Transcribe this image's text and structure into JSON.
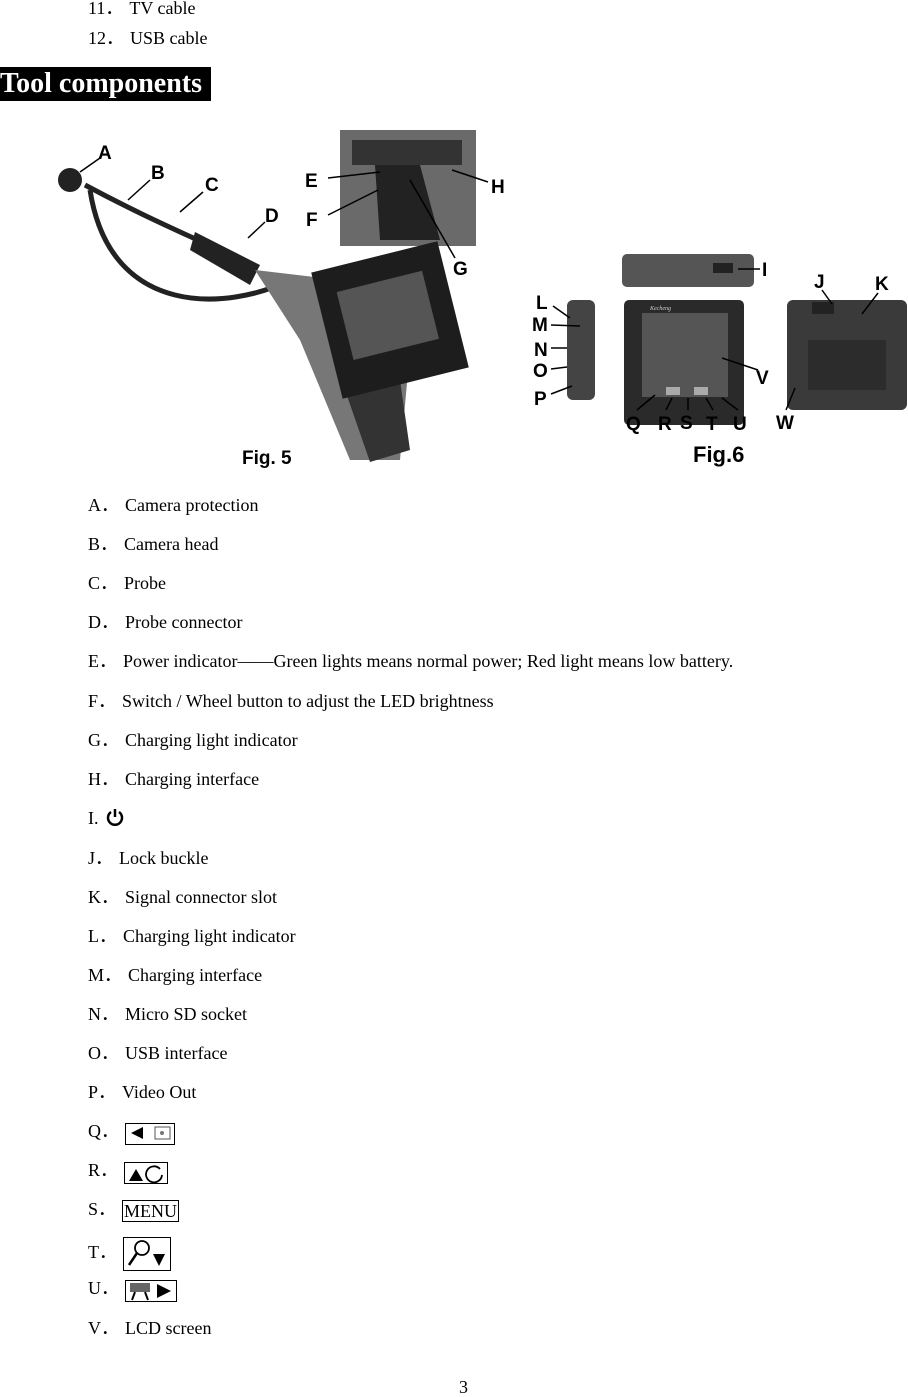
{
  "intro_items": [
    {
      "label": "11．",
      "text": "TV cable"
    },
    {
      "label": "12．",
      "text": "USB cable"
    }
  ],
  "heading": "Tool components",
  "figures": {
    "fig5": {
      "caption": "Fig. 5",
      "labels": [
        "A",
        "B",
        "C",
        "D",
        "E",
        "F",
        "G",
        "H"
      ]
    },
    "fig6": {
      "caption": "Fig.6",
      "labels": [
        "I",
        "J",
        "K",
        "L",
        "M",
        "N",
        "O",
        "P",
        "Q",
        "R",
        "S",
        "T",
        "U",
        "V",
        "W"
      ],
      "device_brand": "Kecheng"
    }
  },
  "components": [
    {
      "label": "A．",
      "text": "Camera protection"
    },
    {
      "label": "B．",
      "text": "Camera head"
    },
    {
      "label": "C．",
      "text": "Probe"
    },
    {
      "label": "D．",
      "text": "Probe connector"
    },
    {
      "label": "E．",
      "text": "Power indicator——Green lights means normal power; Red light means low battery."
    },
    {
      "label": "F．",
      "text": "Switch / Wheel button to adjust the LED brightness"
    },
    {
      "label": "G．",
      "text": "Charging light indicator"
    },
    {
      "label": "H．",
      "text": "Charging interface"
    },
    {
      "label": "I.",
      "icon": "power-icon"
    },
    {
      "label": "J．",
      "text": "Lock buckle"
    },
    {
      "label": "K．",
      "text": "Signal connector slot"
    },
    {
      "label": "L．",
      "text": "Charging light indicator"
    },
    {
      "label": "M．",
      "text": "Charging interface"
    },
    {
      "label": "N．",
      "text": "Micro SD socket"
    },
    {
      "label": "O．",
      "text": "USB interface"
    },
    {
      "label": "P．",
      "text": "Video Out"
    },
    {
      "label": "Q．",
      "icon": "left-arrow-photo-icon"
    },
    {
      "label": "R．",
      "icon": "up-arrow-rotate-icon"
    },
    {
      "label": "S．",
      "text": "MENU"
    },
    {
      "label": "T．",
      "icon": "zoom-down-arrow-icon"
    },
    {
      "label": "U．",
      "icon": "video-right-arrow-icon"
    },
    {
      "label": "V．",
      "text": "LCD screen"
    }
  ],
  "page_number": "3"
}
